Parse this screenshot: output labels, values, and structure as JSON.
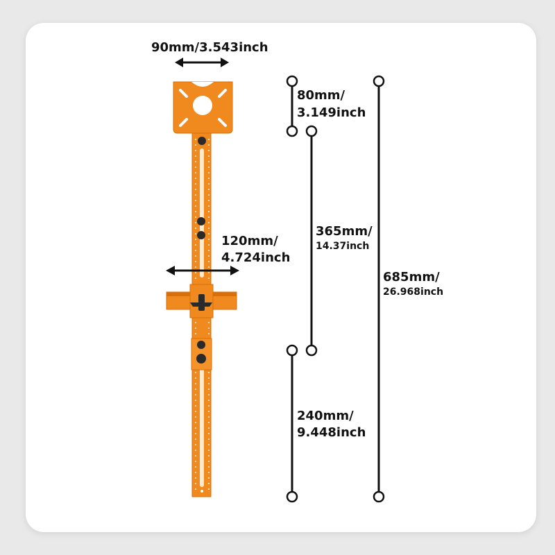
{
  "colors": {
    "background": "#e9e9e9",
    "card": "#ffffff",
    "tool_orange": "#f08a1e",
    "tool_orange_dark": "#d86f0a",
    "knob": "#2a2a2a",
    "dimension_line": "#111111"
  },
  "dimensions": {
    "top_width": {
      "value": "90mm/3.543inch"
    },
    "fence_width": {
      "line1": "120mm/",
      "line2": "4.724inch"
    },
    "top_plate": {
      "line1": "80mm/",
      "line2": "3.149inch"
    },
    "middle": {
      "line1": "365mm/",
      "line2": "14.37inch"
    },
    "bottom": {
      "line1": "240mm/",
      "line2": "9.448inch"
    },
    "total": {
      "line1": "685mm/",
      "line2": "26.968inch"
    }
  },
  "icons": {
    "arrow": "double-arrow-icon",
    "endpoint": "circle-endpoint-icon",
    "knob": "knob-icon"
  }
}
